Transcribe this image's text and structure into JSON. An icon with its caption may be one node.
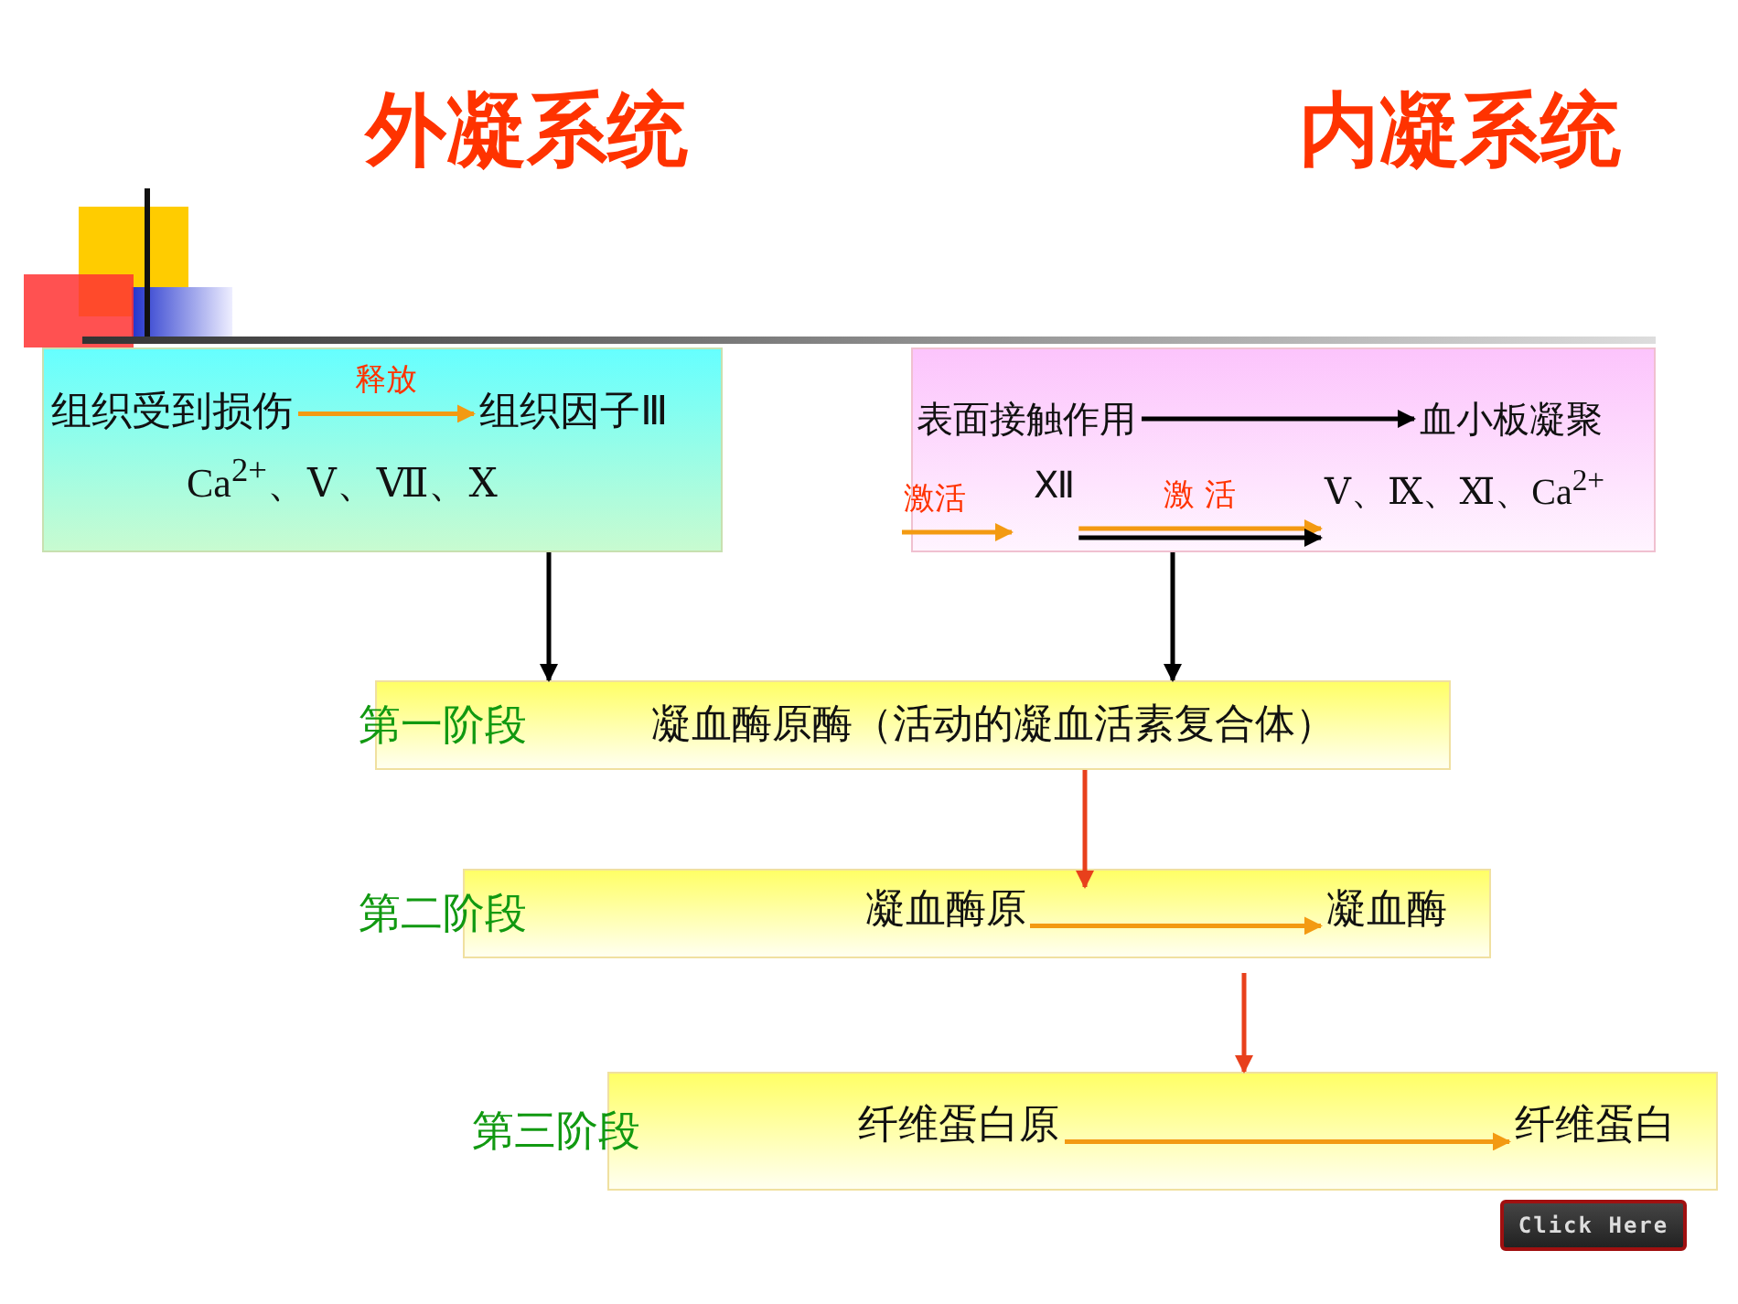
{
  "diagram": {
    "nodes": [
      {
        "text": [],
        "shape": "box"
      },
      {
        "text": [
          "组织受到损伤"
        ],
        "in": 0
      },
      {
        "text": [
          "组织因子Ⅲ"
        ],
        "in": 0
      },
      {
        "text": [
          "Ca$^{2+}$、Ⅴ、Ⅶ、Ⅹ"
        ],
        "in": 0
      },
      {
        "text": [],
        "shape": "box"
      },
      {
        "text": [
          "表面接触作用"
        ],
        "in": 4
      },
      {
        "text": [
          "血小板凝聚"
        ],
        "in": 4
      },
      {
        "text": [
          "Ⅻ"
        ],
        "in": 4
      },
      {
        "text": [
          "Ⅴ、Ⅸ、Ⅺ、Ca$^{2+}$"
        ],
        "in": 4
      },
      {
        "text": [
          "第一阶段",
          "凝血酶原酶（活动的凝血活素复合体）"
        ]
      },
      {
        "text": [
          "第二阶段"
        ]
      },
      {
        "text": [
          "凝血酶原"
        ],
        "in": 10
      },
      {
        "text": [
          "凝血酶"
        ],
        "in": 10
      },
      {
        "text": [
          "第三阶段"
        ]
      },
      {
        "text": [
          "纤维蛋白原"
        ],
        "in": 13
      },
      {
        "text": [
          "纤维蛋白"
        ],
        "in": 13
      }
    ],
    "edges": [
      {
        "from": 1,
        "to": 2,
        "arrow": "to",
        "label": "释放"
      },
      {
        "from": 5,
        "to": 6,
        "arrow": "to",
        "color": "#000000"
      },
      {
        "from": null,
        "to": 7,
        "arrow": "to",
        "label": "激活"
      },
      {
        "from": 7,
        "to": 8,
        "arrow": "to",
        "label": "激 活"
      },
      {
        "from": 7,
        "to": 8,
        "arrow": "to",
        "color": "#000000"
      },
      {
        "from": 0,
        "to": 9,
        "arrow": "to",
        "color": "#000000"
      },
      {
        "from": 4,
        "to": 9,
        "arrow": "to",
        "color": "#000000"
      },
      {
        "from": 9,
        "to": 11,
        "arrow": "to",
        "color": "#e8401c"
      },
      {
        "from": 11,
        "to": 12,
        "arrow": "to"
      },
      {
        "from": 10,
        "to": 13,
        "arrow": "to",
        "color": "#e8401c"
      },
      {
        "from": 14,
        "to": 15,
        "arrow": "to"
      }
    ],
    "labels": [
      "外凝系统",
      "内凝系统",
      "Click Here"
    ]
  }
}
